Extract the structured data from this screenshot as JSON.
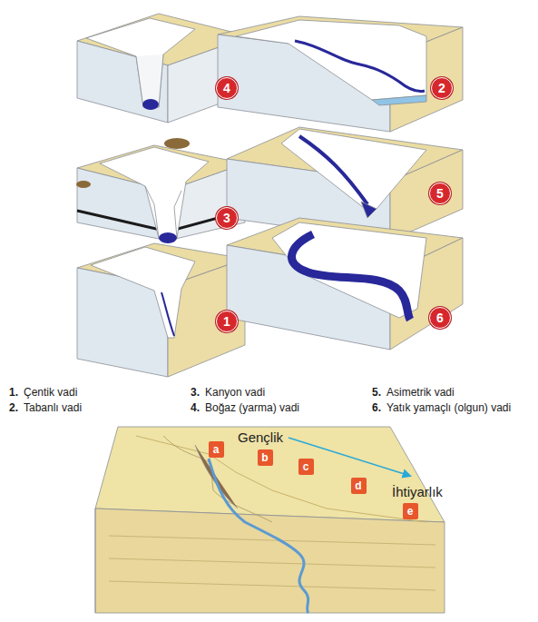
{
  "diagram": {
    "nodes": [
      {
        "text": [
          "4"
        ]
      },
      {
        "text": [
          "2"
        ]
      },
      {
        "text": [
          "3"
        ]
      },
      {
        "text": [
          "5"
        ]
      },
      {
        "text": [
          "1"
        ]
      },
      {
        "text": [
          "6"
        ]
      },
      {
        "text": [
          "a"
        ]
      },
      {
        "text": [
          "b"
        ]
      },
      {
        "text": [
          "c"
        ]
      },
      {
        "text": [
          "d"
        ]
      },
      {
        "text": [
          "e"
        ]
      }
    ],
    "labels": [
      "1.",
      "Çentik vadi",
      "3.",
      "Kanyon vadi",
      "5.",
      "Asimetrik vadi",
      "2.",
      "Tabanlı vadi",
      "4.",
      "Boğaz (yarma) vadi",
      "6.",
      "Yatık yamaçlı (olgun) vadi",
      "Gençlik",
      "İhtiyarlık"
    ]
  }
}
